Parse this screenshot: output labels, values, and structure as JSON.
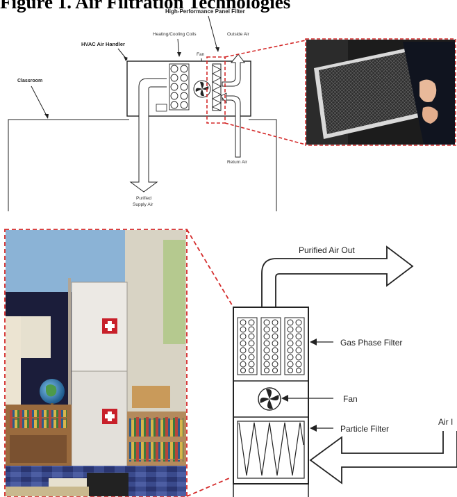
{
  "figure_title": "Figure 1. Air Filtration Technologies",
  "top_diagram": {
    "title_filter": "High-Performance Panel Filter",
    "hvac_label": "HVAC Air Handler",
    "coils_label": "Heating/Cooling Coils",
    "fan_label": "Fan",
    "outside_air_label": "Outside Air",
    "classroom_label": "Classroom",
    "return_air_label": "Return Air",
    "supply_label_line1": "Purified",
    "supply_label_line2": "Supply Air"
  },
  "bottom_diagram": {
    "purified_out_label": "Purified Air Out",
    "gas_phase_label": "Gas Phase Filter",
    "fan_label": "Fan",
    "particle_label": "Particle Filter",
    "air_in_label": "Air I"
  },
  "colors": {
    "callout": "#d42a2a",
    "line": "#222222"
  }
}
